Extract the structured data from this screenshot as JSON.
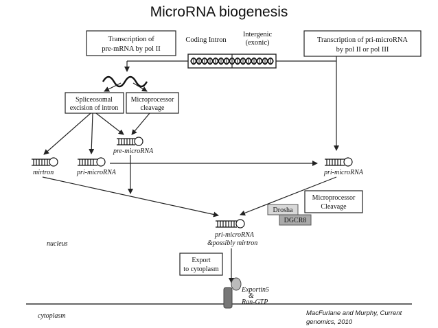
{
  "title": "MicroRNA biogenesis",
  "boxes": {
    "transcription_pre_mrna": [
      "Transcription of",
      "pre-mRNA by pol II"
    ],
    "transcription_pri_microrna": [
      "Transcription of pri-microRNA",
      "by pol II or pol III"
    ],
    "spliceosomal": [
      "Spliceosomal",
      "excision of intron"
    ],
    "microprocessor": [
      "Microprocessor",
      "cleavage"
    ],
    "microprocessor_cleavage": [
      "Microprocessor",
      "Cleavage"
    ],
    "export": [
      "Export",
      "to cytoplasm"
    ]
  },
  "labels": {
    "coding_intron": "Coding Intron",
    "intergenic": [
      "Intergenic",
      "(exonic)"
    ],
    "pre_microrna": "pre-microRNA",
    "mirtron": "mirtron",
    "pri_microrna_left": "pri-microRNA",
    "pri_microrna_right": "pri-microRNA",
    "pri_microrna_center": [
      "pri-microRNA",
      "&possibly mirtron"
    ],
    "drosha": "Drosha",
    "dgcr8": "DGCR8",
    "nucleus": "nucleus",
    "cytoplasm": "cytoplasm",
    "exportin": [
      "Exportin5",
      "&",
      "Ran-GTP"
    ]
  },
  "citation": [
    "MacFurlane and Murphy, Current",
    "genomics, 2010"
  ],
  "colors": {
    "line": "#222222",
    "box_fill": "#ffffff",
    "drosha_fill": "#d8d8d8",
    "dgcr8_fill": "#a9a9a9",
    "channel_fill": "#777777",
    "exportin_fill": "#bbbbbb"
  }
}
